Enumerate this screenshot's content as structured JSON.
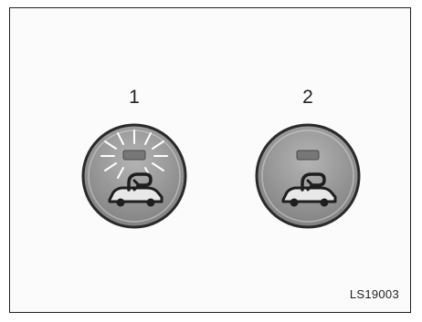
{
  "figure": {
    "buttons": [
      {
        "number": "1",
        "indicator": "on"
      },
      {
        "number": "2",
        "indicator": "off"
      }
    ],
    "code": "LS19003"
  },
  "colors": {
    "button_face": "#9a9a9a",
    "button_rim": "#2a2a2a",
    "indicator": "#777777",
    "rays": "#ffffff"
  }
}
